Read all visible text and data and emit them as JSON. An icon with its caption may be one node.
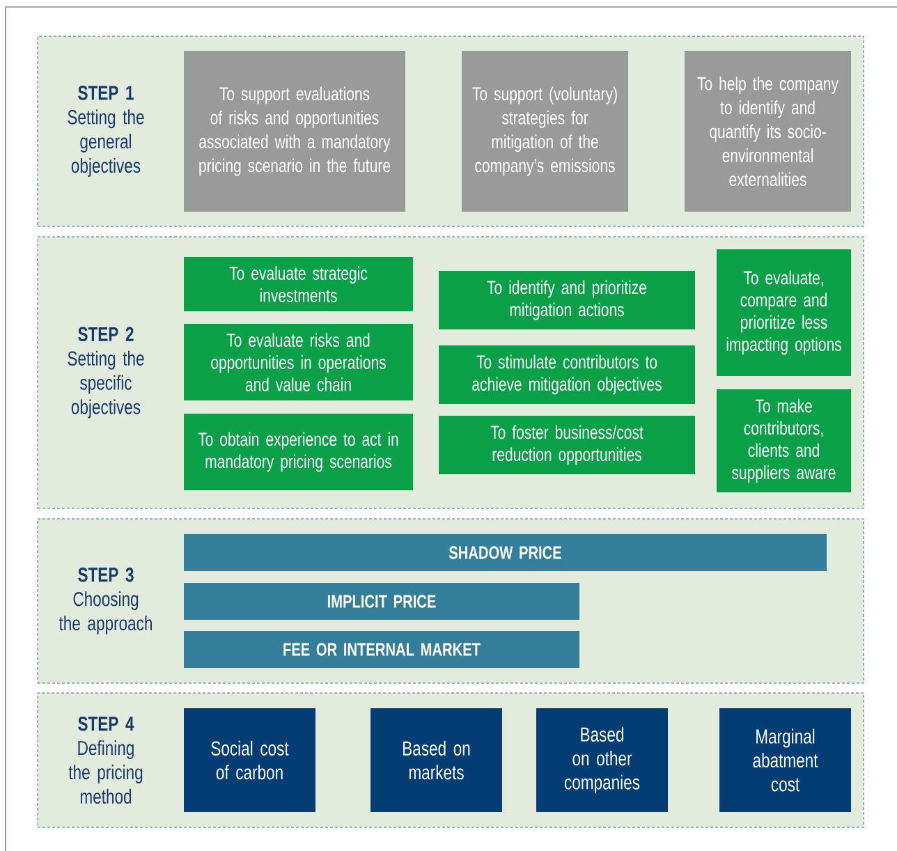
{
  "diagram": {
    "nodes": [
      {
        "text": [
          "STEP 1",
          "Setting the general objectives"
        ]
      },
      {
        "text": [
          "To support evaluations of risks and opportunities associated with a mandatory pricing scenario in the future"
        ],
        "in": 0
      },
      {
        "text": [
          "To support (voluntary) strategies for mitigation of the company’s emissions"
        ],
        "in": 0
      },
      {
        "text": [
          "To help the company to identify and quantify its socio-environmental externalities"
        ],
        "in": 0
      },
      {
        "text": [
          "STEP 2",
          "Setting the specific objectives"
        ]
      },
      {
        "text": [
          "To evaluate strategic investments"
        ],
        "in": 4
      },
      {
        "text": [
          "To evaluate risks and opportunities in operations and value chain"
        ],
        "in": 4
      },
      {
        "text": [
          "To obtain experience to act in mandatory pricing scenarios"
        ],
        "in": 4
      },
      {
        "text": [
          "To identify and prioritize mitigation actions"
        ],
        "in": 4
      },
      {
        "text": [
          "To stimulate contributors to achieve mitigation objectives"
        ],
        "in": 4
      },
      {
        "text": [
          "To foster business/cost reduction opportunities"
        ],
        "in": 4
      },
      {
        "text": [
          "To evaluate, compare and prioritize less impacting options"
        ],
        "in": 4
      },
      {
        "text": [
          "To make contributors, clients and suppliers aware"
        ],
        "in": 4
      },
      {
        "text": [
          "STEP 3",
          "Choosing the approach"
        ]
      },
      {
        "text": [
          "SHADOW PRICE"
        ],
        "in": 13
      },
      {
        "text": [
          "IMPLICIT PRICE"
        ],
        "in": 13
      },
      {
        "text": [
          "FEE OR INTERNAL MARKET"
        ],
        "in": 13
      },
      {
        "text": [
          "STEP 4",
          "Defining the pricing method"
        ]
      },
      {
        "text": [
          "Social cost of carbon"
        ],
        "in": 17
      },
      {
        "text": [
          "Based on markets"
        ],
        "in": 17
      },
      {
        "text": [
          "Based on other companies"
        ],
        "in": 17
      },
      {
        "text": [
          "Marginal abatment cost"
        ],
        "in": 17
      }
    ]
  }
}
